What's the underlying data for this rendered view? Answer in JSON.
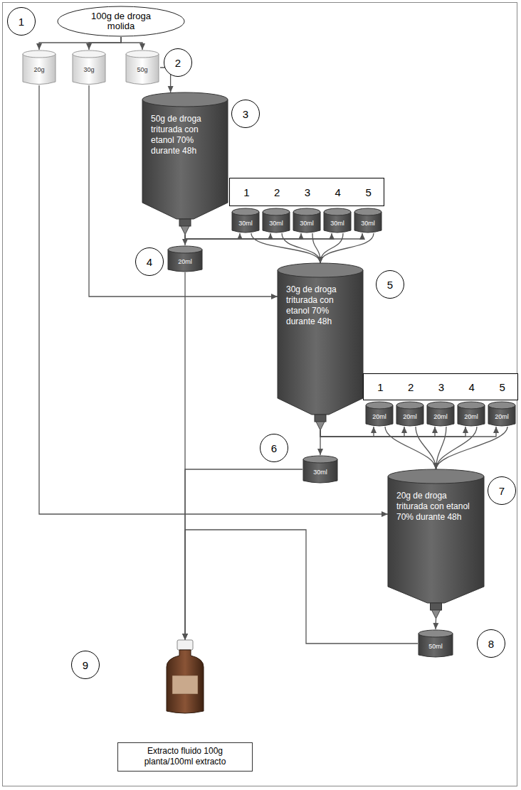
{
  "diagram": {
    "nodes": [
      {
        "text": [
          "100g de droga molida"
        ]
      },
      {
        "text": [
          "20g"
        ]
      },
      {
        "text": [
          "30g"
        ]
      },
      {
        "text": [
          "50g"
        ]
      },
      {
        "text": [
          "50g de droga triturada con etanol 70% durante 48h"
        ]
      },
      {
        "text": [
          "1",
          "2",
          "3",
          "4",
          "5"
        ]
      },
      {
        "text": [
          "30ml"
        ]
      },
      {
        "text": [
          "30ml"
        ]
      },
      {
        "text": [
          "30ml"
        ]
      },
      {
        "text": [
          "30ml"
        ]
      },
      {
        "text": [
          "30ml"
        ]
      },
      {
        "text": [
          "20ml"
        ]
      },
      {
        "text": [
          "30g de droga triturada con etanol 70% durante 48h"
        ]
      },
      {
        "text": [
          "1",
          "2",
          "3",
          "4",
          "5"
        ]
      },
      {
        "text": [
          "20ml"
        ]
      },
      {
        "text": [
          "20ml"
        ]
      },
      {
        "text": [
          "20ml"
        ]
      },
      {
        "text": [
          "20ml"
        ]
      },
      {
        "text": [
          "20ml"
        ]
      },
      {
        "text": [
          "30ml"
        ]
      },
      {
        "text": [
          "20g de droga triturada con etanol 70% durante 48h"
        ]
      },
      {
        "text": [
          "50ml"
        ]
      },
      {
        "text": [
          "Extracto fluido 100g planta/100ml extracto"
        ]
      }
    ],
    "edges": [
      {
        "from": 0,
        "to": 1,
        "arrow": "to"
      },
      {
        "from": 0,
        "to": 2,
        "arrow": "to"
      },
      {
        "from": 0,
        "to": 3,
        "arrow": "to"
      },
      {
        "from": 3,
        "to": 4,
        "arrow": "to"
      },
      {
        "from": 4,
        "to": 11,
        "arrow": "to"
      },
      {
        "from": 4,
        "to": 6,
        "arrow": "to"
      },
      {
        "from": 4,
        "to": 7,
        "arrow": "to"
      },
      {
        "from": 4,
        "to": 8,
        "arrow": "to"
      },
      {
        "from": 4,
        "to": 9,
        "arrow": "to"
      },
      {
        "from": 4,
        "to": 10,
        "arrow": "to"
      },
      {
        "from": 6,
        "to": 12,
        "arrow": "to"
      },
      {
        "from": 7,
        "to": 12,
        "arrow": "to"
      },
      {
        "from": 8,
        "to": 12,
        "arrow": "to"
      },
      {
        "from": 9,
        "to": 12,
        "arrow": "to"
      },
      {
        "from": 10,
        "to": 12,
        "arrow": "to"
      },
      {
        "from": 2,
        "to": 12,
        "arrow": "to"
      },
      {
        "from": 12,
        "to": 19,
        "arrow": "to"
      },
      {
        "from": 12,
        "to": 14,
        "arrow": "to"
      },
      {
        "from": 12,
        "to": 15,
        "arrow": "to"
      },
      {
        "from": 12,
        "to": 16,
        "arrow": "to"
      },
      {
        "from": 12,
        "to": 17,
        "arrow": "to"
      },
      {
        "from": 12,
        "to": 18,
        "arrow": "to"
      },
      {
        "from": 14,
        "to": 20,
        "arrow": "to"
      },
      {
        "from": 15,
        "to": 20,
        "arrow": "to"
      },
      {
        "from": 16,
        "to": 20,
        "arrow": "to"
      },
      {
        "from": 17,
        "to": 20,
        "arrow": "to"
      },
      {
        "from": 18,
        "to": 20,
        "arrow": "to"
      },
      {
        "from": 1,
        "to": 20,
        "arrow": "to"
      },
      {
        "from": 20,
        "to": 21,
        "arrow": "to"
      },
      {
        "from": 11,
        "to": 22,
        "arrow": "to"
      },
      {
        "from": 19,
        "to": 22,
        "arrow": "to"
      },
      {
        "from": 21,
        "to": 22,
        "arrow": "to"
      }
    ],
    "labels": [
      "1",
      "2",
      "3",
      "4",
      "5",
      "6",
      "7",
      "8",
      "9"
    ]
  }
}
